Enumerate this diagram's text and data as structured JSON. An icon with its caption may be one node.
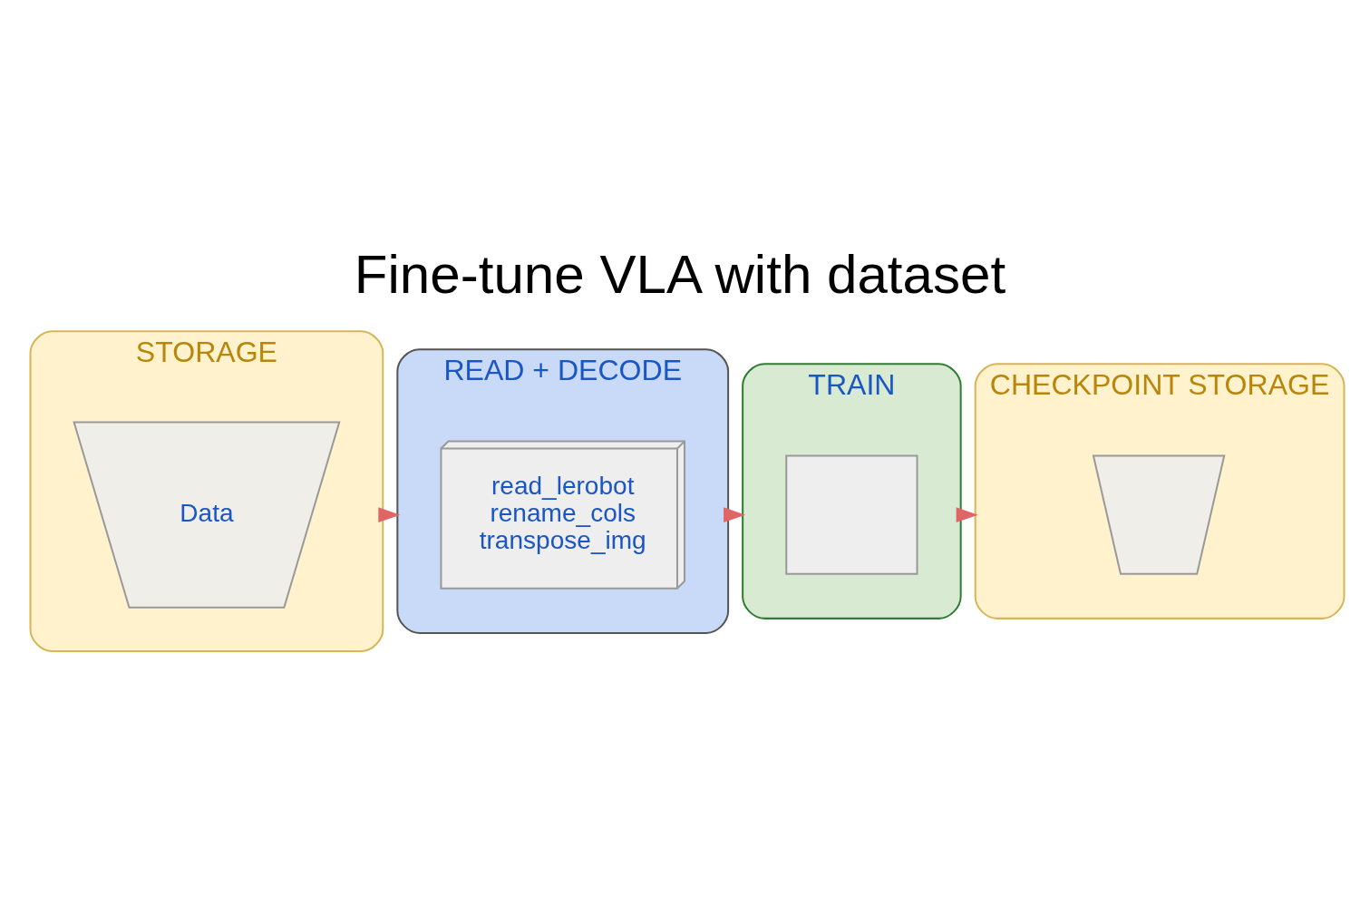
{
  "diagram": {
    "title": "Fine-tune VLA with dataset",
    "nodes": [
      {
        "text": [
          "STORAGE"
        ]
      },
      {
        "text": [
          "Data"
        ],
        "in": 0
      },
      {
        "text": [
          "READ + DECODE"
        ]
      },
      {
        "text": [
          "read_lerobot",
          "rename_cols",
          "transpose_img"
        ],
        "in": 2
      },
      {
        "text": [
          "TRAIN"
        ]
      },
      {
        "text": [],
        "shape": "box",
        "in": 4
      },
      {
        "text": [
          "CHECKPOINT STORAGE"
        ]
      },
      {
        "text": [],
        "shape": "trapezium",
        "in": 6
      }
    ],
    "edges": [
      {
        "from": 0,
        "to": 2,
        "arrow": "to",
        "color": "#e06666"
      },
      {
        "from": 2,
        "to": 4,
        "arrow": "to",
        "color": "#e06666"
      },
      {
        "from": 4,
        "to": 6,
        "arrow": "to",
        "color": "#e06666"
      }
    ]
  }
}
